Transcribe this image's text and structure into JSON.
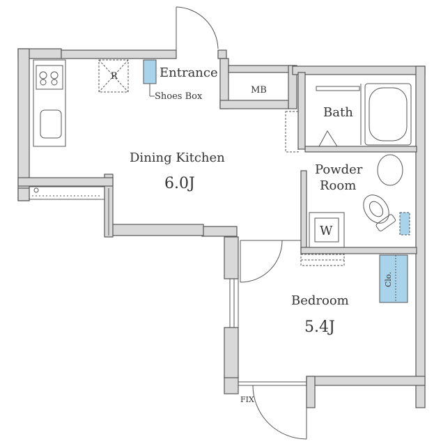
{
  "rooms": {
    "entrance": "Entrance",
    "shoes_box": "Shoes Box",
    "fridge": "R",
    "meter_box": "MB",
    "dining_kitchen": {
      "name": "Dining Kitchen",
      "size": "6.0J"
    },
    "bath": "Bath",
    "powder_room": {
      "line1": "Powder",
      "line2": "Room"
    },
    "washer": "W",
    "closet": "Clo.",
    "bedroom": {
      "name": "Bedroom",
      "size": "5.4J"
    },
    "fix_window": "FIX"
  },
  "colors": {
    "wall_fill": "#d9d9d9",
    "wall_line": "#555555",
    "fixture_line": "#555555",
    "accent_blue": "#a9d3ea",
    "text": "#333333"
  }
}
